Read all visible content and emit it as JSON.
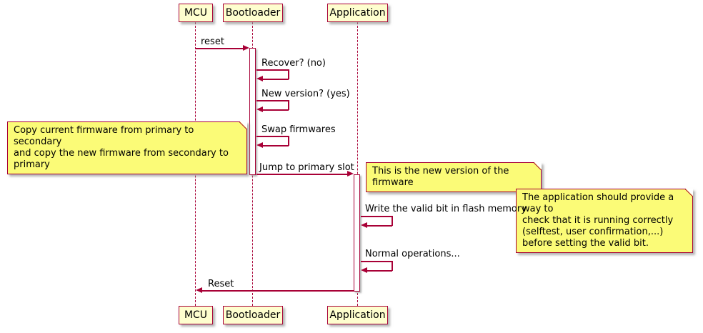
{
  "participants": [
    {
      "name": "MCU"
    },
    {
      "name": "Bootloader"
    },
    {
      "name": "Application"
    }
  ],
  "messages": {
    "reset": "reset",
    "recover": "Recover? (no)",
    "new_version": "New version? (yes)",
    "swap": "Swap firmwares",
    "jump": "Jump to primary slot",
    "write_valid": "Write the valid bit in flash memory",
    "normal_ops": "Normal operations...",
    "reset_final": "Reset"
  },
  "notes": {
    "copy_firmware": "Copy current firmware from primary to secondary\nand copy the new firmware from secondary to primary",
    "new_firmware": "This is the new version of the firmware",
    "valid_bit": "The application should provide a way to\ncheck that it is running correctly\n(selftest, user confirmation,...)\nbefore setting the valid bit."
  },
  "colors": {
    "participant_fill": "#FEFECE",
    "note_fill": "#FBFB77",
    "line_border": "#A80036",
    "text": "#000000"
  }
}
